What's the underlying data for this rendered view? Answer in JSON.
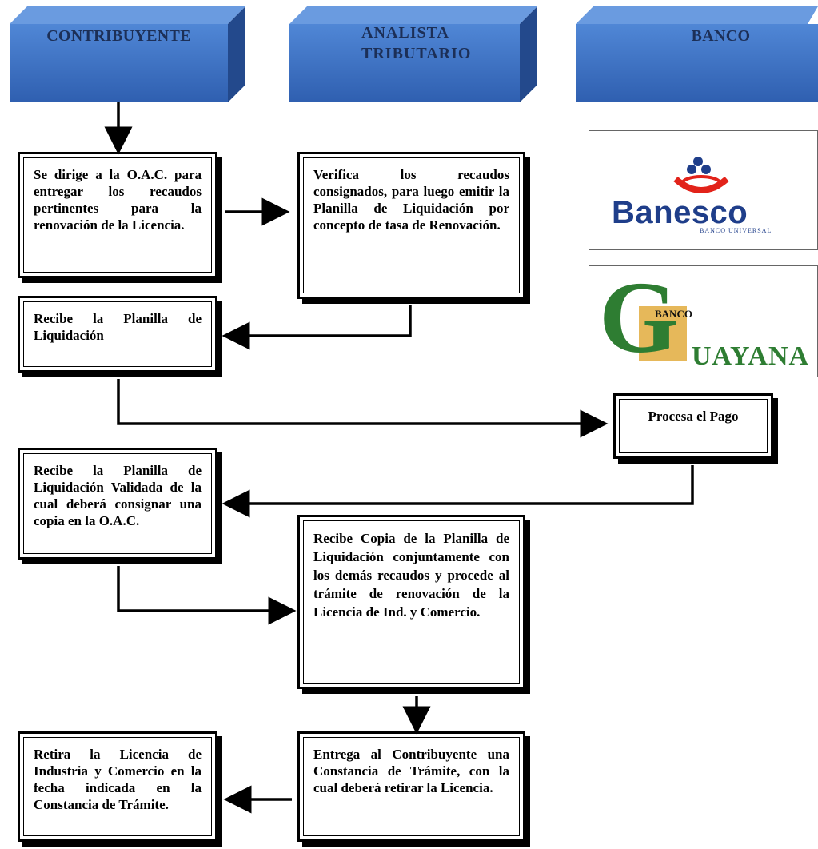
{
  "lanes": [
    {
      "label": "CONTRIBUYENTE"
    },
    {
      "label": "ANALISTA TRIBUTARIO"
    },
    {
      "label": "BANCO"
    }
  ],
  "steps": {
    "contribuyente_1": "Se dirige a la O.A.C. para entregar los recaudos pertinentes para la renovación de la Licencia.",
    "analista_1": "Verifica los recaudos consignados, para luego emitir la Planilla de Liquidación por concepto de tasa de Renovación.",
    "contribuyente_2": "Recibe la Planilla de Liquidación",
    "banco_1": "Procesa el Pago",
    "contribuyente_3": "Recibe la Planilla de Liquidación Validada de la cual deberá consignar una copia en la O.A.C.",
    "analista_2": "Recibe Copia de la Planilla de Liquidación conjuntamente con los demás recaudos y procede al trámite de renovación de la Licencia de Ind. y Comercio.",
    "analista_3": "Entrega al Contribuyente una Constancia de Trámite, con la cual deberá retirar la Licencia.",
    "contribuyente_4": "Retira la Licencia de Industria y Comercio en la fecha indicada en la Constancia de Trámite."
  },
  "logos": {
    "banesco": {
      "name": "Banesco",
      "tagline": "BANCO UNIVERSAL",
      "color": "#1f3e8a",
      "accent": "#e2231a"
    },
    "guayana": {
      "brand_small": "BANCO",
      "brand_initial": "G",
      "brand_rest": "UAYANA",
      "color": "#2e7d32",
      "accent": "#e6b85a"
    }
  },
  "colors": {
    "lane_blue": "#3a6ec4",
    "lane_text": "#1c2f57"
  }
}
